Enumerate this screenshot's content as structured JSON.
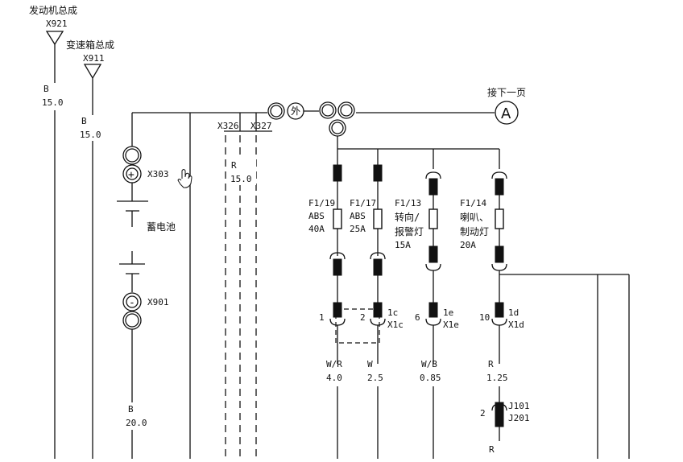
{
  "header": {
    "engine_label": "发动机总成",
    "engine_connector": "X921",
    "gearbox_label": "变速箱总成",
    "gearbox_connector": "X911",
    "next_page_label": "接下一页",
    "next_page_symbol": "A"
  },
  "ground_wires": [
    {
      "color": "B",
      "size": "15.0"
    },
    {
      "color": "B",
      "size": "15.0"
    }
  ],
  "battery": {
    "plus_connector": "X303",
    "plus_symbol": "+",
    "label": "蓄电池",
    "minus_connector": "X901",
    "minus_symbol": "-",
    "wire_color": "B",
    "wire_size": "20.0"
  },
  "outer_connector_symbol": "外",
  "dashed_connectors": {
    "left": "X326",
    "right": "X327",
    "wire_color": "R",
    "wire_size": "15.0"
  },
  "fuses": [
    {
      "id": "F1/19",
      "line1": "ABS",
      "line2": "",
      "rating": "40A",
      "pin": "1",
      "pin_code": "",
      "connector": "",
      "wire_color": "W/R",
      "wire_size": "4.0"
    },
    {
      "id": "F1/17",
      "line1": "ABS",
      "line2": "",
      "rating": "25A",
      "pin": "2",
      "pin_code": "1c",
      "connector": "X1c",
      "wire_color": "W",
      "wire_size": "2.5"
    },
    {
      "id": "F1/13",
      "line1": "转向/",
      "line2": "报警灯",
      "rating": "15A",
      "pin": "6",
      "pin_code": "1e",
      "connector": "X1e",
      "wire_color": "W/B",
      "wire_size": "0.85"
    },
    {
      "id": "F1/14",
      "line1": "喇叭、",
      "line2": "制动灯",
      "rating": "20A",
      "pin": "10",
      "pin_code": "1d",
      "connector": "X1d",
      "wire_color": "R",
      "wire_size": "1.25"
    }
  ],
  "junction": {
    "pin": "2",
    "top": "J101",
    "bottom": "J201",
    "wire_color": "R"
  },
  "colors": {
    "line": "#111111",
    "background": "#ffffff"
  }
}
